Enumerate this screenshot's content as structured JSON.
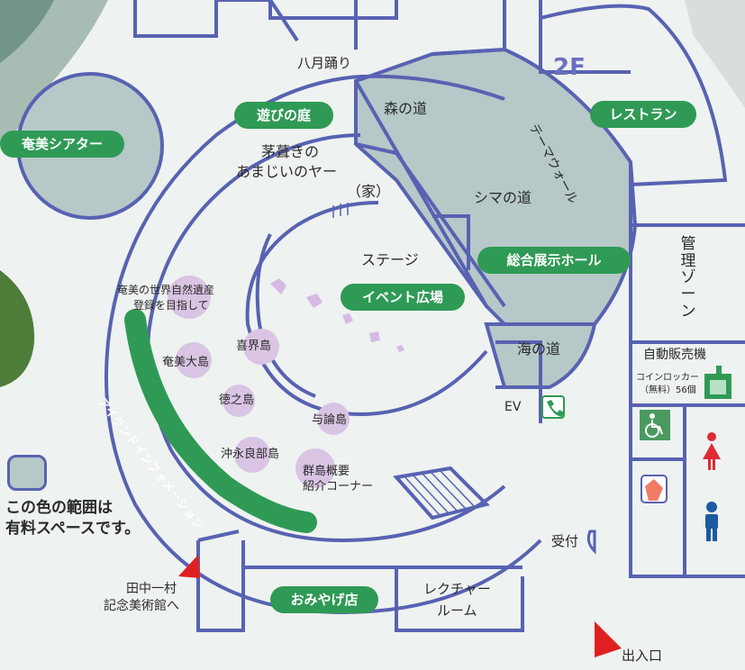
{
  "colors": {
    "wall": "#5862b2",
    "paid_area": "#b6c8c8",
    "green_label": "#2f9a55",
    "island_circle": "#d9c4e4",
    "arrow_red": "#e02020",
    "accent_text": "#6b6fbf"
  },
  "floor_tag": "2F",
  "pills": {
    "amami_theater": "奄美シアター",
    "asobi_no_niwa": "遊びの庭",
    "restaurant": "レストラン",
    "sogo_tenji_hall": "総合展示ホール",
    "event_hiroba": "イベント広場",
    "omiyage": "おみやげ店",
    "island_information": "アイランドインフォメーション"
  },
  "rooms": {
    "hachigatsu_odori": "八月踊り",
    "mori_no_michi": "森の道",
    "theme_wall": "テーマウォール",
    "shima_no_michi": "シマの道",
    "stage": "ステージ",
    "umi_no_michi": "海の道",
    "kanri_zone": "管理ゾーン",
    "jihanki": "自動販売機",
    "coin_locker_1": "コインロッカー",
    "coin_locker_2": "（無料）56個",
    "kayabuki_1": "茅葺きの",
    "kayabuki_2": "あまじいのヤー",
    "kayabuki_3": "（家）",
    "ev": "EV",
    "uketsuke": "受付",
    "lecture_1": "レクチャー",
    "lecture_2": "ルーム",
    "entrance": "出入口",
    "tanaka_1": "田中一村",
    "tanaka_2": "記念美術館へ"
  },
  "islands": {
    "heritage_1": "奄美の世界自然遺産",
    "heritage_2": "登録を目指して",
    "kikaijima": "喜界島",
    "amami_oshima": "奄美大島",
    "tokunoshima": "徳之島",
    "yoronjima": "与論島",
    "okinoerabu": "沖永良部島",
    "gaiyo_1": "群島概要",
    "gaiyo_2": "紹介コーナー"
  },
  "legend": {
    "line1": "この色の範囲は",
    "line2": "有料スペースです。"
  },
  "icons": [
    "phone-icon",
    "locker-icon",
    "wheelchair-icon",
    "women-restroom-icon",
    "men-restroom-icon",
    "nursing-room-icon",
    "reception-icon"
  ]
}
